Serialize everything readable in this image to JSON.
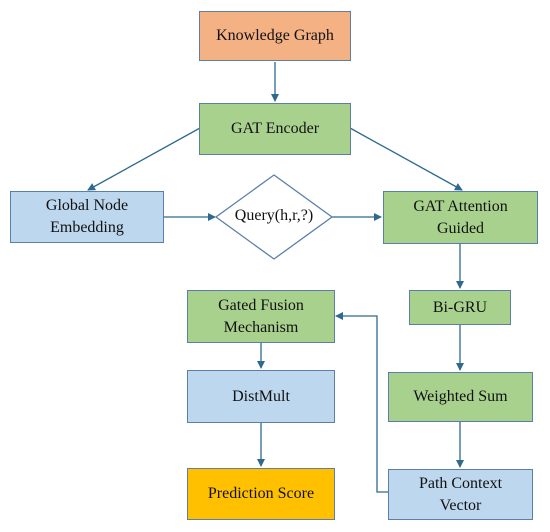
{
  "colors": {
    "orange": "#F4B183",
    "green": "#A9D18E",
    "blue": "#BDD7EE",
    "gold": "#FFC000",
    "edge": "#2F6A8E",
    "border": "#5B7FA8"
  },
  "nodes": {
    "knowledge_graph": "Knowledge Graph",
    "gat_encoder": "GAT Encoder",
    "global_node_embedding": "Global Node\nEmbedding",
    "query": "Query(h,r,?)",
    "gat_attention_guided": "GAT Attention\nGuided",
    "gated_fusion": "Gated Fusion\nMechanism",
    "bi_gru": "Bi-GRU",
    "distmult": "DistMult",
    "weighted_sum": "Weighted Sum",
    "prediction_score": "Prediction Score",
    "path_context_vector": "Path Context\nVector"
  }
}
